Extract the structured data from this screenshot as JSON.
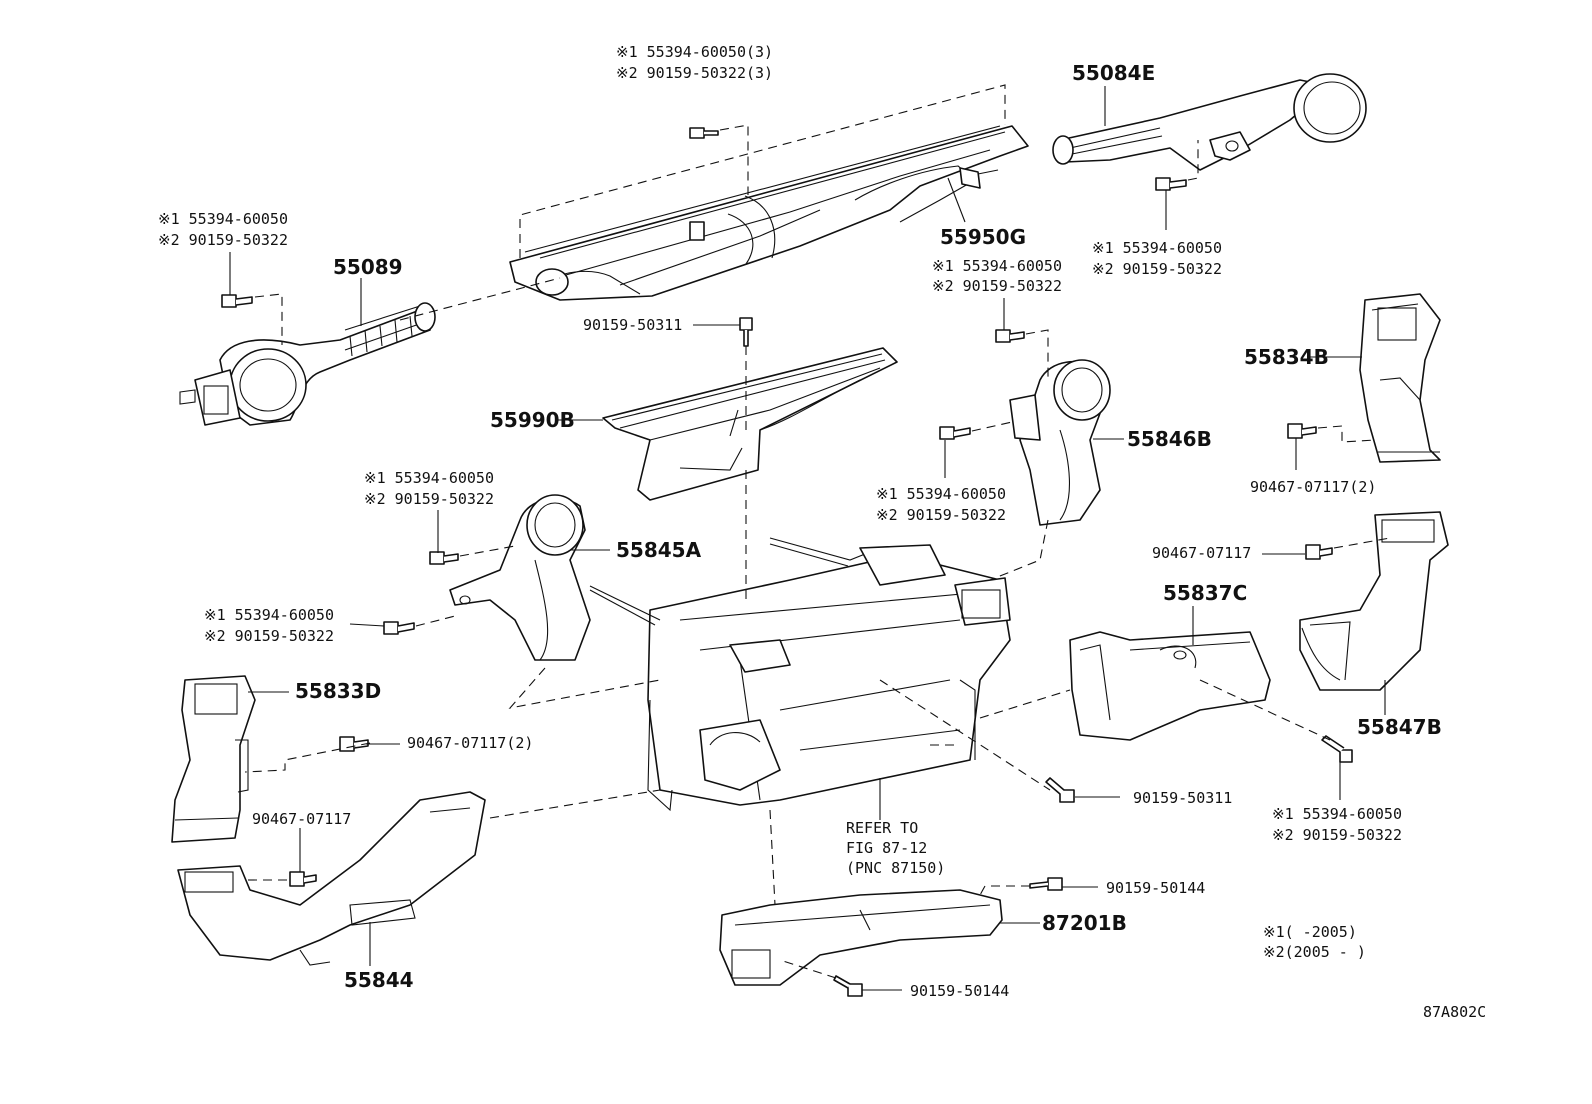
{
  "parts": {
    "p55089": "55089",
    "p55084E": "55084E",
    "p55950G": "55950G",
    "p55990B": "55990B",
    "p55834B": "55834B",
    "p55846B": "55846B",
    "p55845A": "55845A",
    "p55833D": "55833D",
    "p55837C": "55837C",
    "p55847B": "55847B",
    "p55844": "55844",
    "p87201B": "87201B"
  },
  "callouts": {
    "top_center": {
      "l1": "※1 55394-60050(3)",
      "l2": "※2 90159-50322(3)"
    },
    "left_upper": {
      "l1": "※1 55394-60050",
      "l2": "※2 90159-50322"
    },
    "right_upper": {
      "l1": "※1 55394-60050",
      "l2": "※2 90159-50322"
    },
    "center_right": {
      "l1": "※1 55394-60050",
      "l2": "※2 90159-50322"
    },
    "mid_right": {
      "l1": "※1 55394-60050",
      "l2": "※2 90159-50322"
    },
    "mid_left": {
      "l1": "※1 55394-60050",
      "l2": "※2 90159-50322"
    },
    "low_left": {
      "l1": "※1 55394-60050",
      "l2": "※2 90159-50322"
    },
    "low_right": {
      "l1": "※1 55394-60050",
      "l2": "※2 90159-50322"
    },
    "bolt_center": "90159-50311",
    "bolt_lower_mid": "90159-50311",
    "clip_right_2": "90467-07117(2)",
    "clip_right": "90467-07117",
    "clip_left_2": "90467-07117(2)",
    "clip_left": "90467-07117",
    "bolt_bottom_right": "90159-50144",
    "bolt_bottom": "90159-50144"
  },
  "refer": {
    "l1": "REFER TO",
    "l2": "FIG 87-12",
    "l3": "(PNC 87150)"
  },
  "legend": {
    "l1": "※1(      -2005)",
    "l2": "※2(2005 -      )"
  },
  "figure_id": "87A802C"
}
